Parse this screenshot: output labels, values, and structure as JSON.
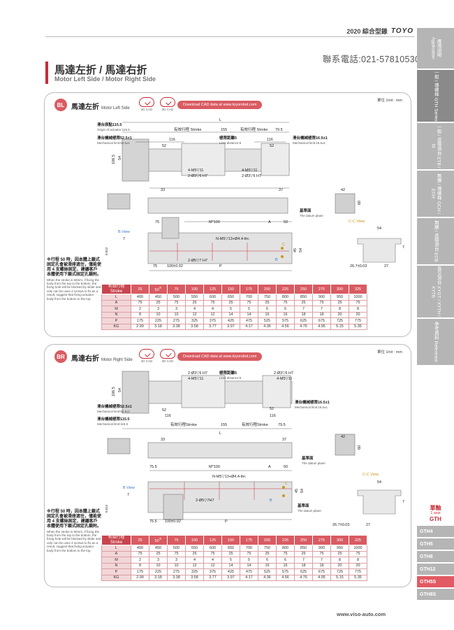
{
  "header": {
    "catalog": "2020 綜合型錄",
    "brand": "TOYO",
    "phone": "聯系電話:021-57810530"
  },
  "title": {
    "zh": "馬達左折 / 馬達右折",
    "en": "Motor Left Side / Motor Right Side"
  },
  "sidebar": {
    "tabs": [
      {
        "label": "應用說明 Application"
      },
      {
        "label": "一般 / 導螺桿 GTH Series"
      },
      {
        "label": "一般 / 皮帶滑台 ETB / M"
      },
      {
        "label": "無塵 / 導螺桿 GCH / ECH"
      },
      {
        "label": "無塵 / 皮帶滑台 ECB"
      },
      {
        "label": "直交滑台 XYGT / XYTH / XYTB"
      },
      {
        "label": "參考資料 Reference"
      }
    ],
    "axis_label_zh": "單軸",
    "axis_label_en": "1 axis",
    "axis_label_code": "GTH",
    "subs": [
      "GTH4",
      "GTH5",
      "GTH8",
      "GTH12",
      "GTH5S",
      "GTH8S"
    ]
  },
  "unit": "單位 Unit : mm",
  "cad": {
    "two_d": "2D CAD",
    "three_d": "3D CAD",
    "download": "Download CAD data at www.toyorobot.com"
  },
  "bl": {
    "badge": "BL",
    "title": "馬達左折",
    "title_en": "Motor Left Side",
    "labels": {
      "origin": "滑台原點115.5",
      "origin_en": "Origin of actuator:115.5",
      "L": "L",
      "stroke1": "有效行程 Stroke",
      "s155": "155",
      "stroke2": "有效行程 Stroke",
      "s795": "79.5",
      "mech1": "滑台機械極限52.5±1",
      "mech1_en": "Mechanical limit:52.5±1",
      "limit": "極限距離5",
      "limit_en": "Limit distance:5",
      "mech2": "滑台機械極限16.5±1",
      "mech2_en": "Mechanical limit:16.5±1",
      "d116a": "116",
      "d116b": "116",
      "d52a": "52",
      "d52b": "52",
      "d1065": "106.5",
      "d54": "54",
      "m5a": "4-M5▽11",
      "h6a": "2-Ø3▽6 H7",
      "m5b": "4-M5▽11",
      "h6b": "2-Ø3▽6 H7",
      "d33": "33",
      "d37": "37",
      "d42": "42",
      "d60": "60",
      "datum": "基準面",
      "datum_en": "The datum plane",
      "bview": "B View",
      "d7": "7",
      "dq": "0.012",
      "d75a": "75",
      "m100": "M*100",
      "A": "A",
      "d50": "50",
      "nm5": "N-M5▽13+Ø4.4-thr.",
      "d45": "45",
      "d54b": "54",
      "d75b": "75",
      "d100": "100±0.02",
      "d6h7": "2-Ø5▽7 H7",
      "P": "P",
      "C": "C",
      "B": "B",
      "cview": "C-C View",
      "d54c": "54",
      "d7b": "7",
      "d267": "26.7±0.03",
      "d27": "27"
    }
  },
  "br": {
    "badge": "BR",
    "title": "馬達右折",
    "title_en": "Motor Right Side",
    "labels": {
      "h6a": "2-Ø3▽6 H7",
      "m5a": "4-M5▽11",
      "limit": "極限距離5",
      "limit_en": "Limit distance:5",
      "h6b": "2-Ø3▽6 H7",
      "m5b": "4-M5▽11",
      "d1065": "106.5",
      "d54": "54",
      "mech1": "滑台機械極限52.5±1",
      "mech1_en": "Mechanical limit:52.5±1",
      "mech2": "滑台機械極限16.5±1",
      "mech2_en": "Mechanical limit:16.5±1",
      "d52a": "52",
      "d52b": "52",
      "d116a": "116",
      "d116b": "116",
      "origin": "滑台機械極限115.5",
      "origin_en": "Mechanical limit:115.5",
      "stroke1": "有效行程Stroke",
      "s155": "155",
      "stroke2": "有效行程Stroke",
      "s795": "79.5",
      "L": "L",
      "d33": "33",
      "d37": "37",
      "d42": "42",
      "d60": "60",
      "datum": "基準面",
      "datum_en": "The datum plane",
      "d755": "75.5",
      "m100": "M*100",
      "A": "A",
      "d50": "50",
      "nm5": "N-M5▽13+Ø4.4-thr.",
      "bview": "B View",
      "d7": "7",
      "dq": "0.012",
      "d45": "45",
      "d54b": "54",
      "d6h7": "2-Ø5▽7H7",
      "d755b": "75.5",
      "d100": "100±0.02",
      "P": "P",
      "C": "C",
      "B": "B",
      "cview": "C-C View",
      "d54c": "54",
      "d7b": "7",
      "datum2": "基準面",
      "datum2_en": "The datum plane",
      "d267": "26.7±0.03",
      "d27": "27"
    }
  },
  "note": {
    "zh": "※行程 50 時，因本體上鎖式固定孔會被滑座遮住，僅能使用 4 支螺絲固定，建議客戶本體使用下鎖式固定孔鎖附。",
    "en": "When the stroke is 50mm, if fixing the body from the top to the bottom, the fixing hole will be blocked by slider and only can be uses 4 screws to fix.as a result, suggest that fixing actuator body from the bottom to the top."
  },
  "table": {
    "head_zh": "有效行程",
    "head_en": "Stroke",
    "strokes": [
      "25",
      "50",
      "75",
      "100",
      "125",
      "150",
      "175",
      "200",
      "225",
      "250",
      "275",
      "300",
      "325"
    ],
    "mark": "※",
    "rows": [
      {
        "k": "L",
        "v": [
          "400",
          "450",
          "500",
          "550",
          "600",
          "650",
          "700",
          "750",
          "800",
          "850",
          "900",
          "950",
          "1000"
        ]
      },
      {
        "k": "A",
        "v": [
          "75",
          "25",
          "75",
          "25",
          "75",
          "25",
          "75",
          "25",
          "75",
          "25",
          "75",
          "25",
          "75"
        ]
      },
      {
        "k": "M",
        "v": [
          "2",
          "3",
          "3",
          "4",
          "4",
          "5",
          "5",
          "6",
          "6",
          "7",
          "7",
          "8",
          "8"
        ]
      },
      {
        "k": "N",
        "v": [
          "8",
          "10",
          "10",
          "12",
          "12",
          "14",
          "14",
          "16",
          "16",
          "18",
          "18",
          "20",
          "20"
        ]
      },
      {
        "k": "P",
        "v": [
          "175",
          "225",
          "275",
          "325",
          "375",
          "425",
          "475",
          "525",
          "575",
          "625",
          "675",
          "725",
          "775"
        ]
      },
      {
        "k": "KG",
        "v": [
          "2.99",
          "3.18",
          "3.38",
          "3.58",
          "3.77",
          "3.97",
          "4.17",
          "4.36",
          "4.56",
          "4.76",
          "4.95",
          "5.15",
          "5.35"
        ]
      }
    ]
  },
  "footer": "www.viso-auto.com"
}
